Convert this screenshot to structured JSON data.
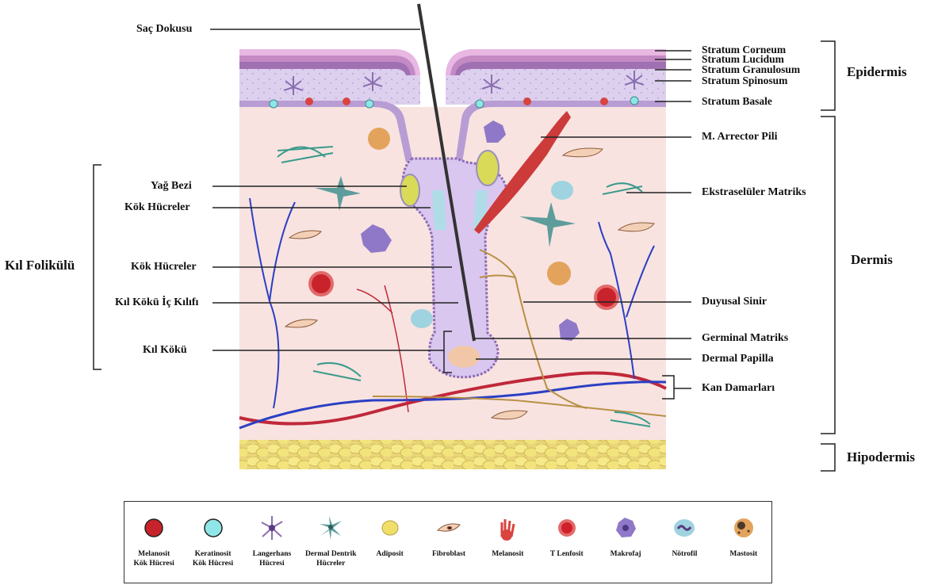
{
  "labels_left": {
    "sac_dokusu": "Saç Dokusu",
    "yag_bezi": "Yağ Bezi",
    "kok_hucreler_1": "Kök Hücreler",
    "kok_hucreler_2": "Kök Hücreler",
    "kil_koku_ic_kilifi": "Kıl Kökü İç Kılıfı",
    "kil_koku": "Kıl Kökü",
    "kil_folikulu": "Kıl Folikülü"
  },
  "labels_right": {
    "stratum_corneum": "Stratum  Corneum",
    "stratum_lucidum": "Stratum  Lucidum",
    "stratum_granulosum": "Stratum  Granulosum",
    "stratum_spinosum": "Stratum  Spinosum",
    "stratum_basale": "Stratum  Basale",
    "arrector_pili": "M. Arrector Pili",
    "ekstraseluler_matriks": "Ekstraselüler Matriks",
    "duyusal_sinir": "Duyusal Sinir",
    "germinal_matriks": "Germinal  Matriks",
    "dermal_papilla": "Dermal Papilla",
    "kan_damarlari": "Kan Damarları"
  },
  "layers": {
    "epidermis": "Epidermis",
    "dermis": "Dermis",
    "hipodermis": "Hipodermis"
  },
  "legend": [
    {
      "icon": "melanocyte-stem-cell-icon",
      "line1": "Melanosit",
      "line2": "Kök Hücresi",
      "color": "#c8232b"
    },
    {
      "icon": "keratinocyte-stem-cell-icon",
      "line1": "Keratinosit",
      "line2": "Kök Hücresi",
      "color": "#8fe6e6"
    },
    {
      "icon": "langerhans-cell-icon",
      "line1": "Langerhans",
      "line2": "Hücresi",
      "color": "#8a6fb0"
    },
    {
      "icon": "dermal-dendritic-cell-icon",
      "line1": "Dermal Dentrik",
      "line2": "Hücreler",
      "color": "#5f9c9c"
    },
    {
      "icon": "adipocyte-icon",
      "line1": "Adiposit",
      "line2": "",
      "color": "#f1de6a"
    },
    {
      "icon": "fibroblast-icon",
      "line1": "Fibroblast",
      "line2": "",
      "color": "#f3cfb6"
    },
    {
      "icon": "melanocyte-icon",
      "line1": "Melanosit",
      "line2": "",
      "color": "#d9443e"
    },
    {
      "icon": "t-lymphocyte-icon",
      "line1": "T Lenfosit",
      "line2": "",
      "color": "#d0202a"
    },
    {
      "icon": "macrophage-icon",
      "line1": "Makrofaj",
      "line2": "",
      "color": "#9078c8"
    },
    {
      "icon": "neutrophil-icon",
      "line1": "Nötrofil",
      "line2": "",
      "color": "#9fd3e0"
    },
    {
      "icon": "mast-cell-icon",
      "line1": "Mastosit",
      "line2": "",
      "color": "#e3a35c"
    }
  ]
}
